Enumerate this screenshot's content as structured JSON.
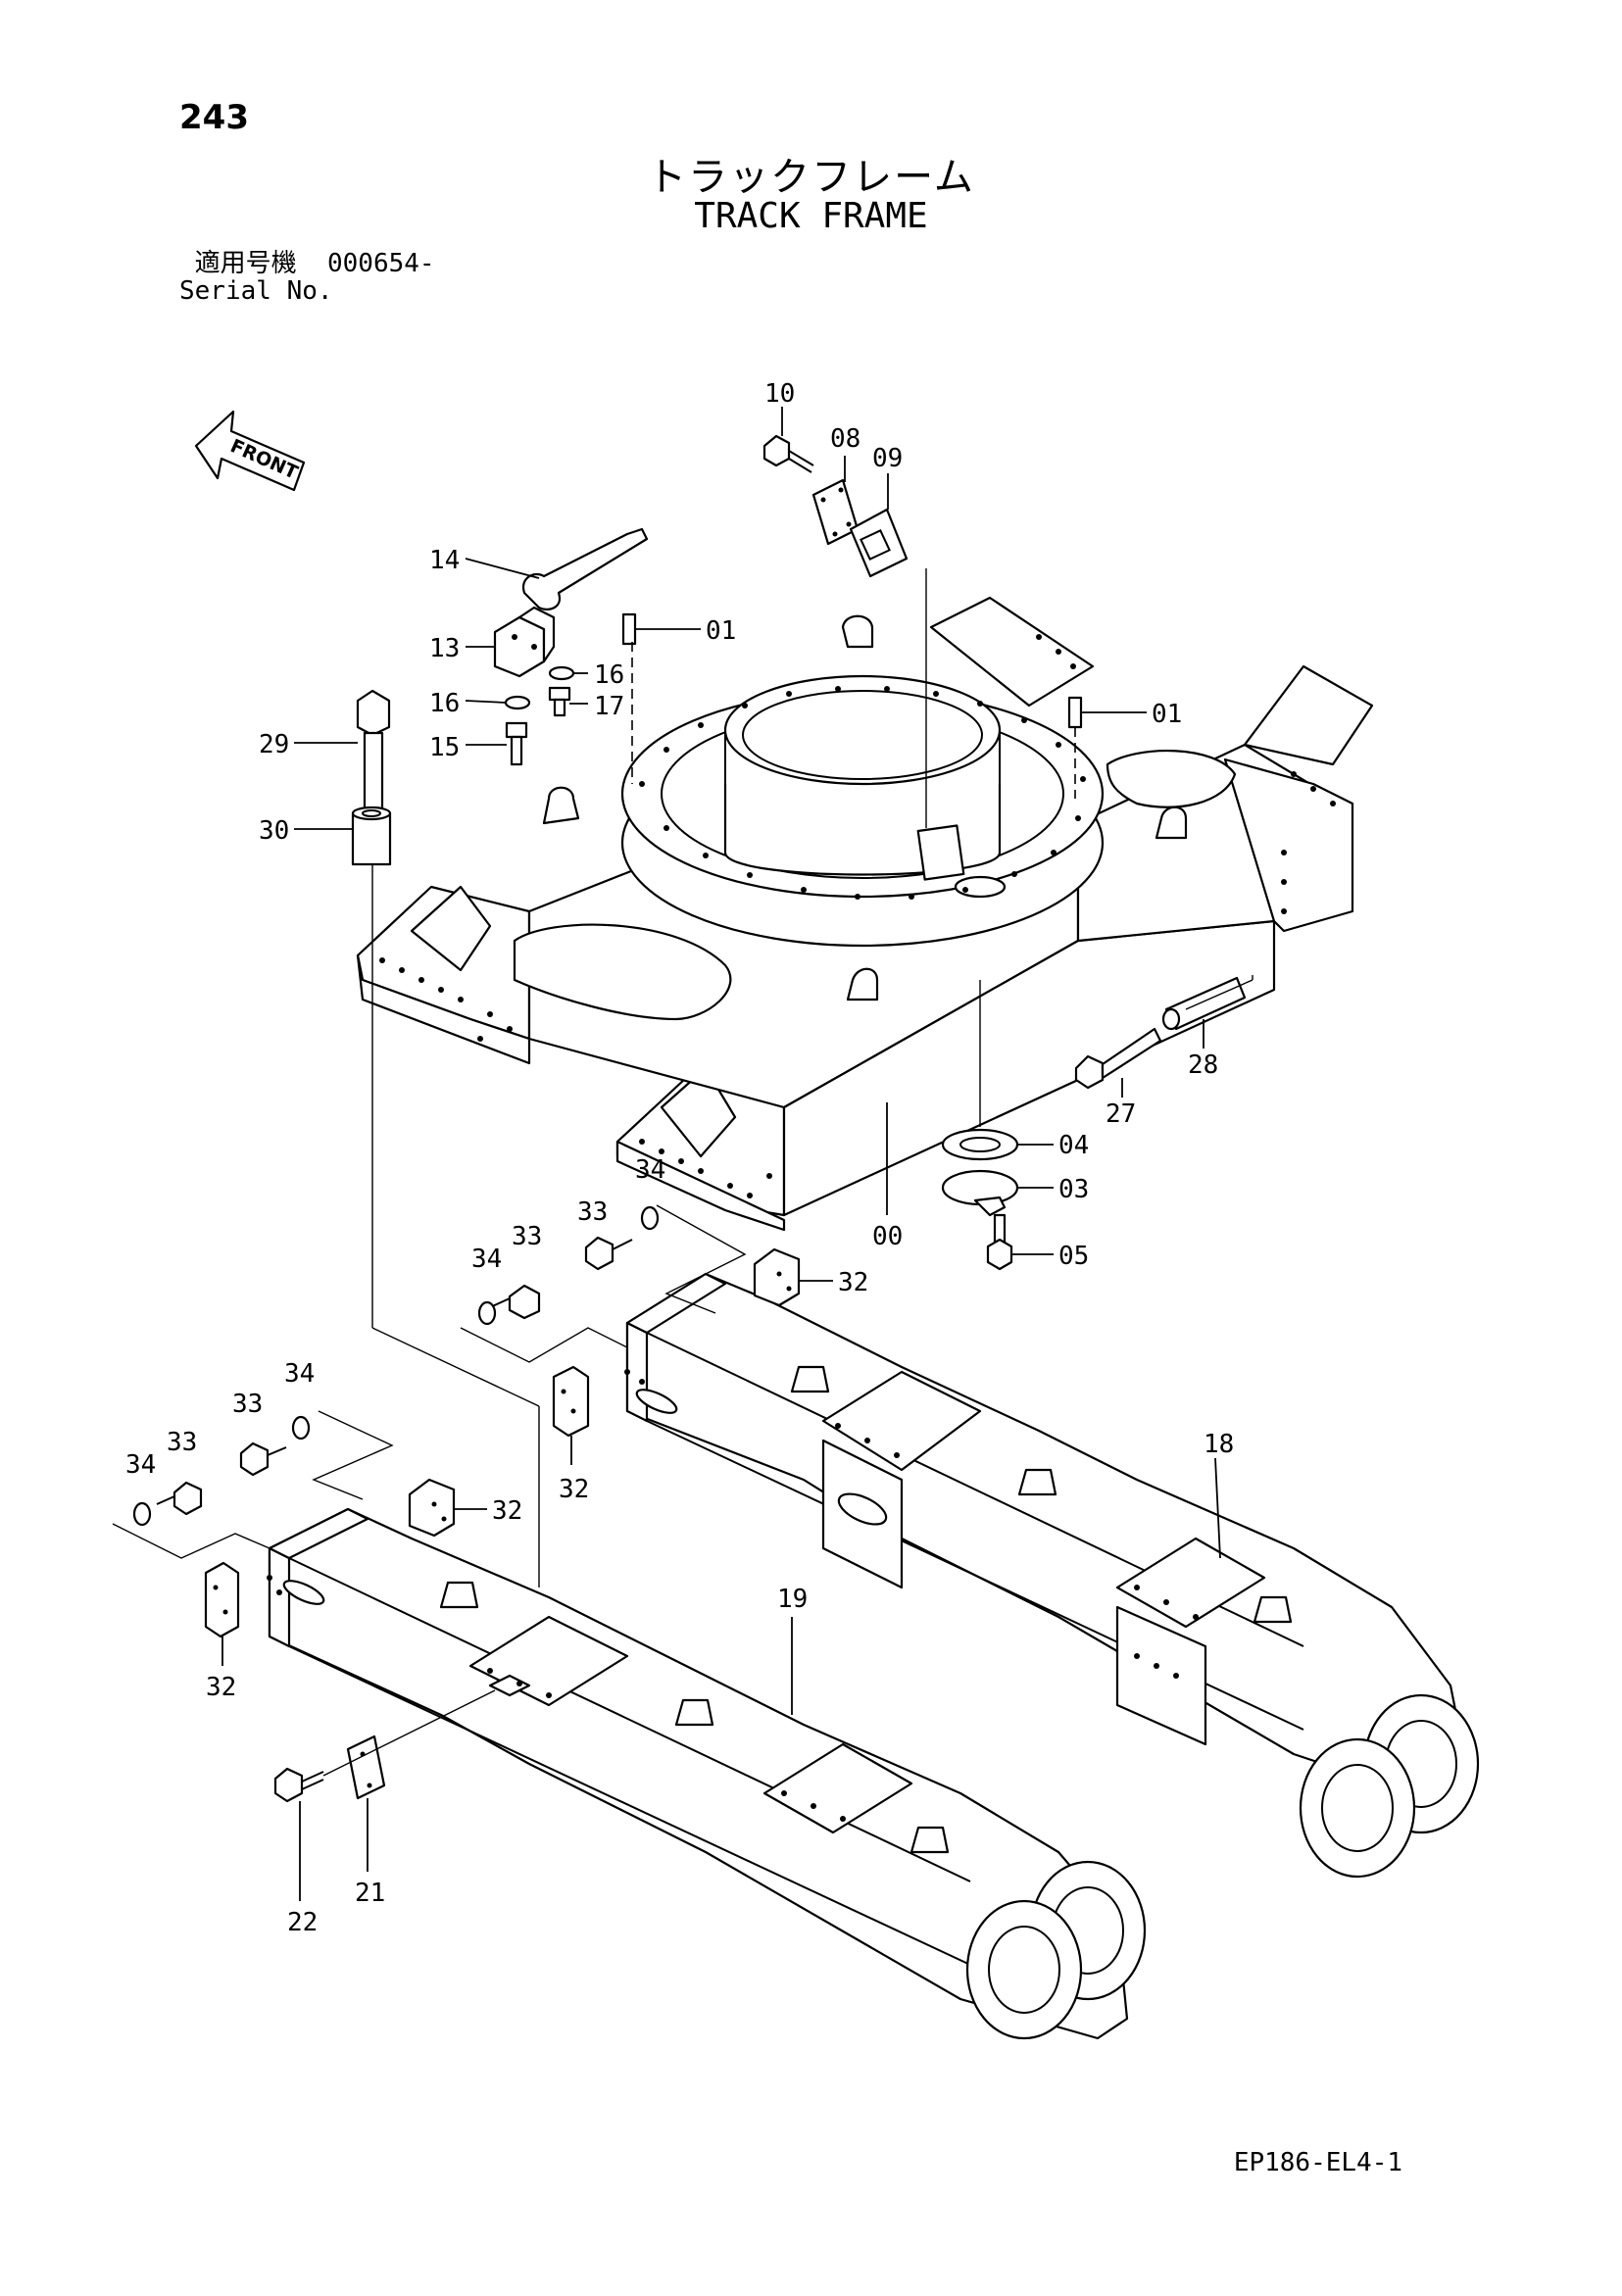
{
  "page_number": "243",
  "title_jp": "トラックフレーム",
  "title_en": "TRACK FRAME",
  "serial": {
    "label_jp": "適用号機",
    "value": "000654-",
    "label_en": "Serial No."
  },
  "front_label": "FRONT",
  "doc_code": "EP186-EL4-1",
  "callouts": {
    "c00": "00",
    "c01a": "01",
    "c01b": "01",
    "c03": "03",
    "c04": "04",
    "c05": "05",
    "c08": "08",
    "c09": "09",
    "c10": "10",
    "c13": "13",
    "c14": "14",
    "c15": "15",
    "c16a": "16",
    "c16b": "16",
    "c17": "17",
    "c18": "18",
    "c19": "19",
    "c21": "21",
    "c22": "22",
    "c27": "27",
    "c28": "28",
    "c29": "29",
    "c30": "30",
    "c32a": "32",
    "c32b": "32",
    "c32c": "32",
    "c32d": "32",
    "c33a": "33",
    "c33b": "33",
    "c33c": "33",
    "c33d": "33",
    "c34a": "34",
    "c34b": "34",
    "c34c": "34",
    "c34d": "34"
  }
}
